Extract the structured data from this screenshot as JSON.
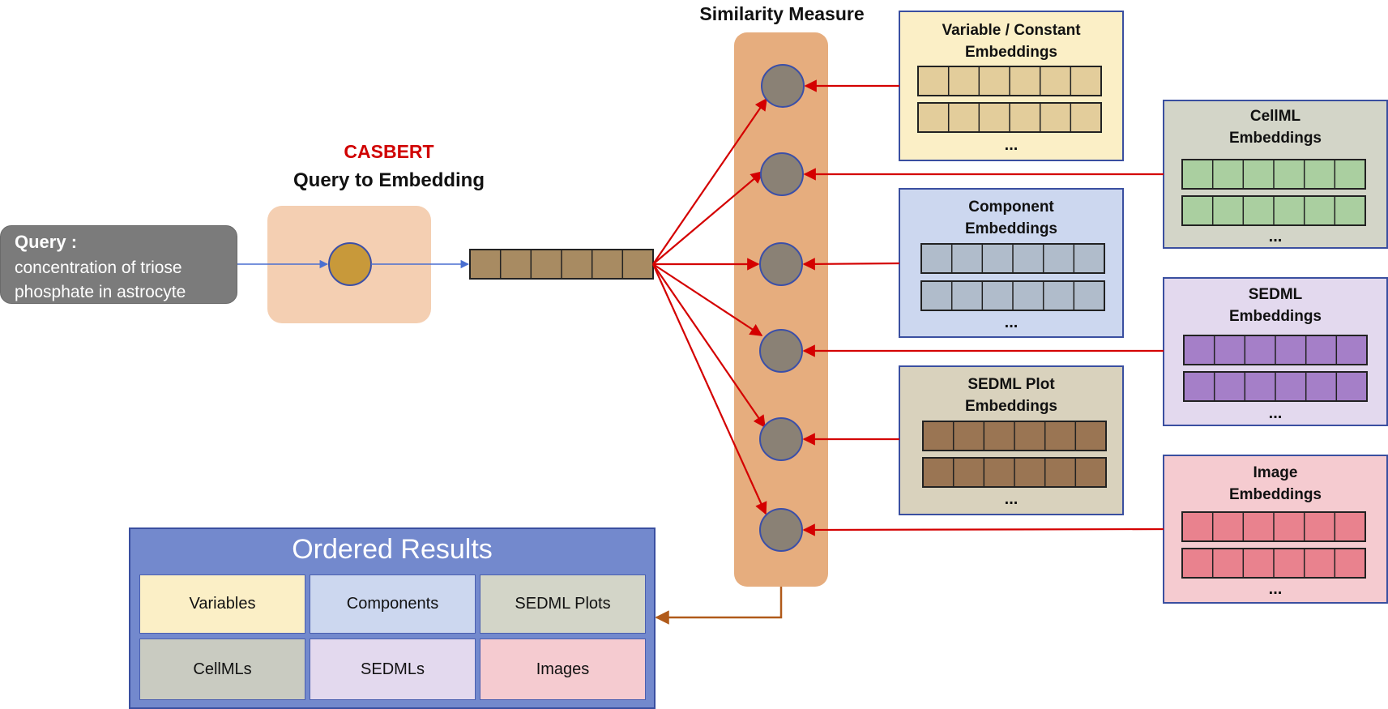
{
  "diagram": {
    "similarity_label": "Similarity Measure",
    "casbert_label": "CASBERT",
    "query_to_embedding_label": "Query to Embedding",
    "query": {
      "title": "Query :",
      "text": "concentration of triose phosphate in astrocyte"
    },
    "embedding_groups": [
      {
        "id": "variable",
        "title_line1": "Variable / Constant",
        "title_line2": "Embeddings",
        "ellipsis": "...",
        "bg": "#fbefc6",
        "cell_color": "#e3cd9b"
      },
      {
        "id": "cellml",
        "title_line1": "CellML",
        "title_line2": "Embeddings",
        "ellipsis": "...",
        "bg": "#d3d5c8",
        "cell_color": "#aacfa0"
      },
      {
        "id": "component",
        "title_line1": "Component",
        "title_line2": "Embeddings",
        "ellipsis": "...",
        "bg": "#ccd7ef",
        "cell_color": "#b0bccb"
      },
      {
        "id": "sedml",
        "title_line1": "SEDML",
        "title_line2": "Embeddings",
        "ellipsis": "...",
        "bg": "#e3d9ee",
        "cell_color": "#a57fc8"
      },
      {
        "id": "sedml-plot",
        "title_line1": "SEDML Plot",
        "title_line2": "Embeddings",
        "ellipsis": "...",
        "bg": "#d9d2bd",
        "cell_color": "#9a7553"
      },
      {
        "id": "image",
        "title_line1": "Image",
        "title_line2": "Embeddings",
        "ellipsis": "...",
        "bg": "#f5cbd0",
        "cell_color": "#e9828e"
      }
    ],
    "ordered_results": {
      "title": "Ordered Results",
      "cells": [
        {
          "label": "Variables",
          "bg": "#fbefc6"
        },
        {
          "label": "Components",
          "bg": "#ccd7ef"
        },
        {
          "label": "SEDML Plots",
          "bg": "#d3d5c8"
        },
        {
          "label": "CellMLs",
          "bg": "#c9cbc1"
        },
        {
          "label": "SEDMLs",
          "bg": "#e3d9ee"
        },
        {
          "label": "Images",
          "bg": "#f5cbd0"
        }
      ]
    },
    "colors": {
      "arrow_red": "#d40000",
      "arrow_blue": "#4a6fd0",
      "arrow_brown": "#b05a1a",
      "similarity_column": "#e6ad7e",
      "casbert_box": "#f4cfb2",
      "query_node": "#c8993a",
      "similarity_node": "#8a8175",
      "node_border": "#3b4fa8",
      "query_embedding_cell": "#a88b62",
      "ordered_results_bg": "#7389cd"
    }
  }
}
